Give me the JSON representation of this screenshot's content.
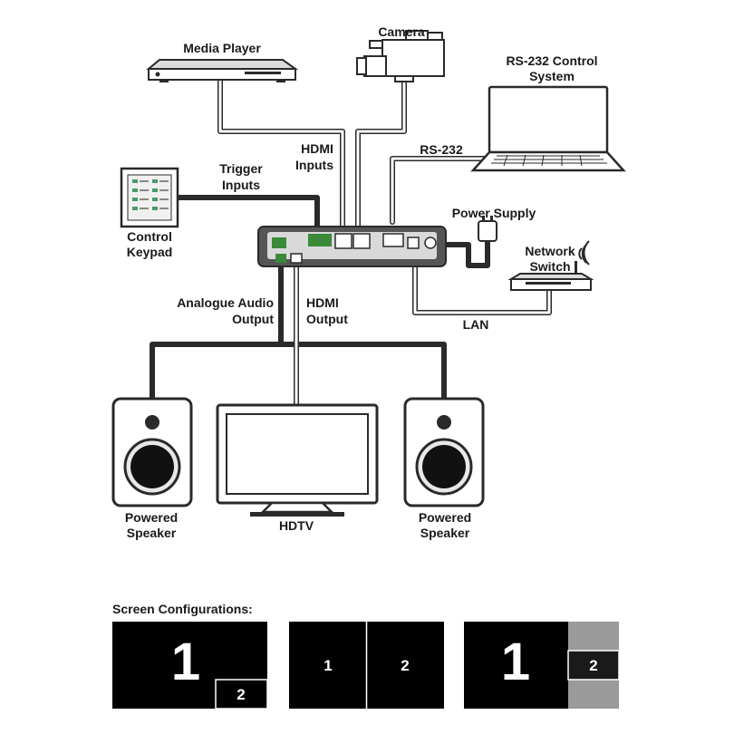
{
  "labels": {
    "media_player": "Media Player",
    "camera": "Camera",
    "rs232_system_line1": "RS-232 Control",
    "rs232_system_line2": "System",
    "hdmi_inputs_line1": "HDMI",
    "hdmi_inputs_line2": "Inputs",
    "rs232": "RS-232",
    "trigger_inputs_line1": "Trigger",
    "trigger_inputs_line2": "Inputs",
    "power_supply": "Power Supply",
    "control_keypad_line1": "Control",
    "control_keypad_line2": "Keypad",
    "network_switch_line1": "Network",
    "network_switch_line2": "Switch",
    "analogue_audio_line1": "Analogue Audio",
    "analogue_audio_line2": "Output",
    "hdmi_output_line1": "HDMI",
    "hdmi_output_line2": "Output",
    "lan": "LAN",
    "speaker_left_line1": "Powered",
    "speaker_left_line2": "Speaker",
    "hdtv": "HDTV",
    "speaker_right_line1": "Powered",
    "speaker_right_line2": "Speaker"
  },
  "screen_configurations": {
    "title": "Screen Configurations:",
    "config1": {
      "main": "1",
      "pip": "2"
    },
    "config2": {
      "left": "1",
      "right": "2"
    },
    "config3": {
      "main": "1",
      "side": "2"
    }
  },
  "icons": [
    "media-player-icon",
    "camera-icon",
    "laptop-icon",
    "control-keypad-icon",
    "power-supply-icon",
    "network-switch-icon",
    "switcher-device-icon",
    "speaker-icon",
    "hdtv-icon"
  ]
}
